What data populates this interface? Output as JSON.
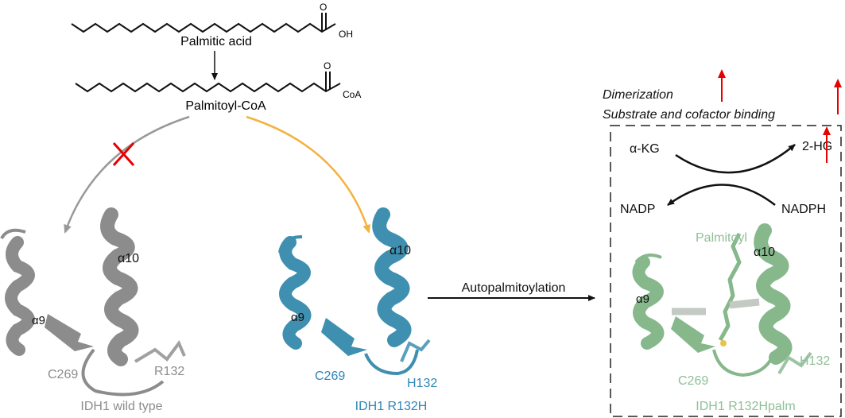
{
  "chem": {
    "acid_name": "Palmitic acid",
    "acid_group": "OH",
    "coa_name": "Palmitoyl-CoA",
    "coa_group": "CoA",
    "oxygen": "O"
  },
  "pathway": {
    "autopalm": "Autopalmitoylation"
  },
  "effects": {
    "dimerization": "Dimerization",
    "binding": "Substrate and cofactor binding"
  },
  "reaction": {
    "akg": "α-KG",
    "hg": "2-HG",
    "nadp": "NADP",
    "nadph": "NADPH"
  },
  "proteins": {
    "wt": {
      "caption": "IDH1 wild type",
      "a9": "α9",
      "a10": "α10",
      "c269": "C269",
      "r132": "R132"
    },
    "mut": {
      "caption": "IDH1 R132H",
      "a9": "α9",
      "a10": "α10",
      "c269": "C269",
      "h132": "H132"
    },
    "palm": {
      "caption": "IDH1 R132Hpalm",
      "a9": "α9",
      "a10": "α10",
      "c269": "C269",
      "h132": "H132",
      "palmitoyl": "Palmitoyl"
    }
  },
  "colors": {
    "wt": "#8c8c8c",
    "mut": "#3f8fb0",
    "mut_text": "#2f86b8",
    "palm": "#86b88c",
    "palm_text": "#8fc097",
    "orange": "#f3b23f",
    "red": "#e60000",
    "black": "#111111"
  }
}
